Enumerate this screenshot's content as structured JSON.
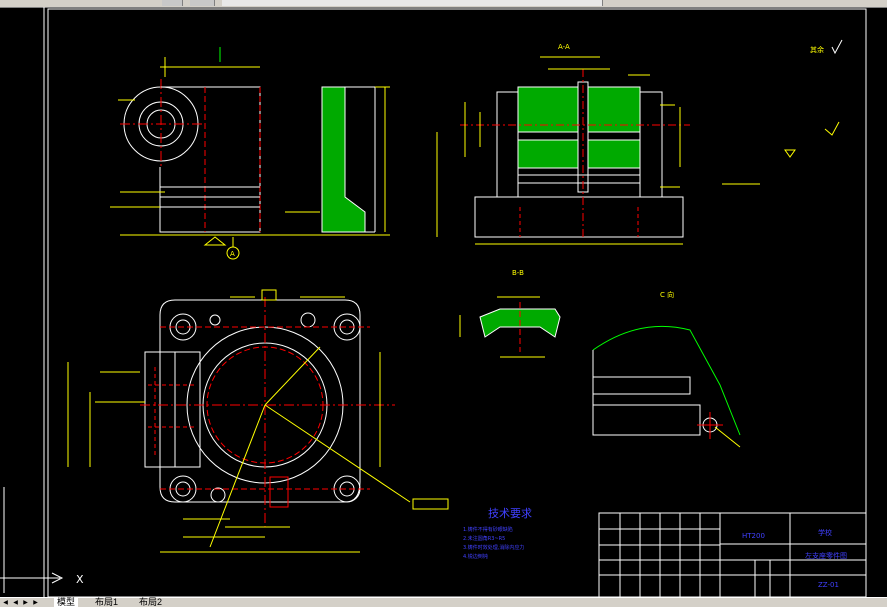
{
  "app": {
    "tabs": [
      {
        "label": "模型"
      },
      {
        "label": "布局1"
      },
      {
        "label": "布局2"
      }
    ],
    "ucs_label": "X"
  },
  "drawing": {
    "section_aa_label": "A-A",
    "section_bb_label": "B-B",
    "view_c_label": "C 向",
    "view_a_marker": "A",
    "tech_req_title": "技术要求",
    "tech_req_items": [
      "1.铸件不得有砂眼缺陷",
      "2.未注圆角R3~R5",
      "3.铸件时效处理,消除内应力",
      "4.锐边倒钝"
    ],
    "title_block": {
      "material": "HT200",
      "part_name": "左支座零件图",
      "school": "学校",
      "drawing_no": "ZZ-01"
    },
    "colors": {
      "background": "#000000",
      "outline": "#ffffff",
      "dimension": "#ffff00",
      "center_line": "#ff0000",
      "hatch": "#00ff00",
      "text_blue": "#4040ff"
    }
  }
}
